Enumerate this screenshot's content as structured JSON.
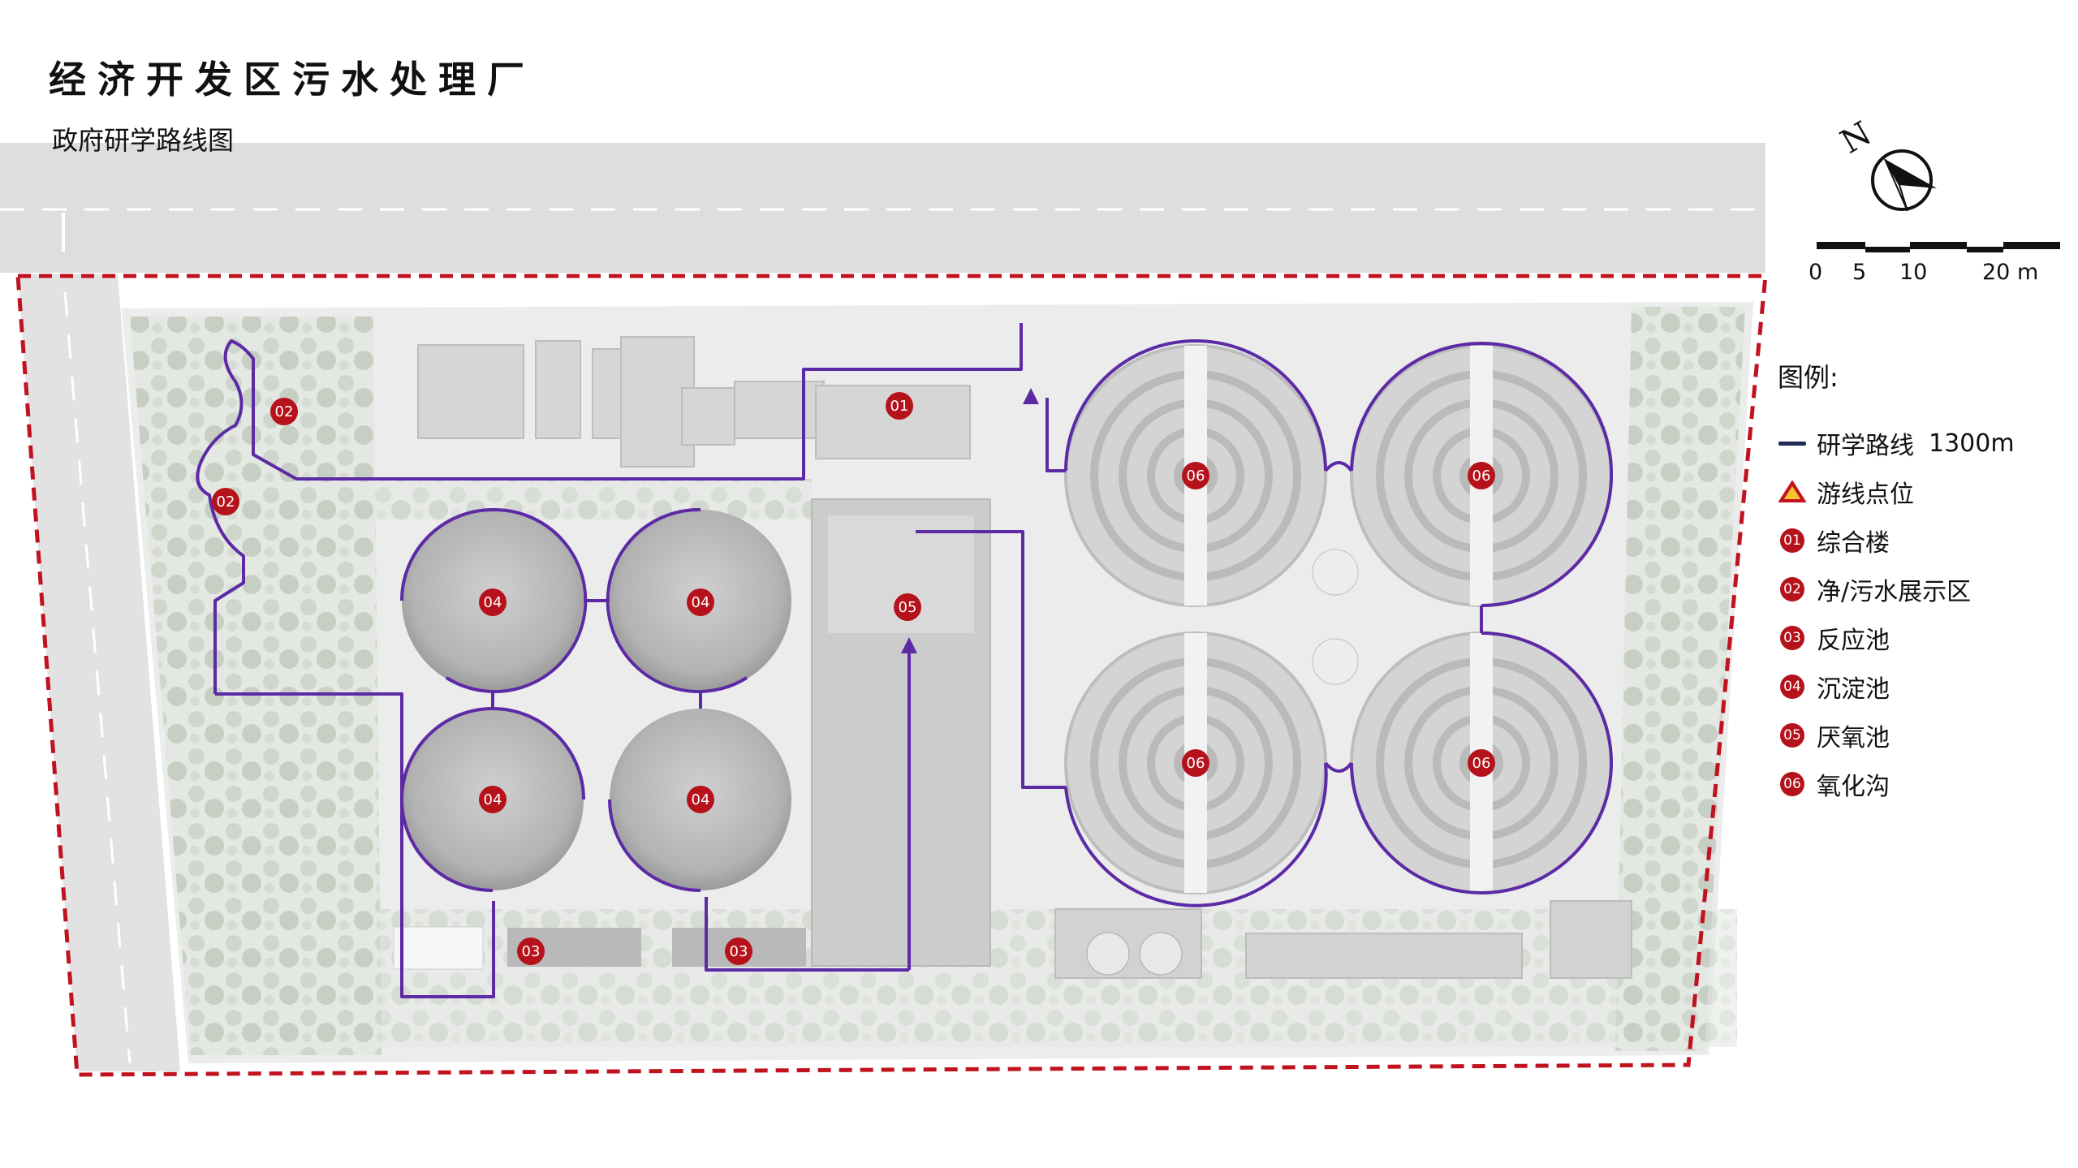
{
  "title": "经济开发区污水处理厂",
  "subtitle": "政府研学路线图",
  "compass": {
    "label": "N"
  },
  "scale_bar": {
    "labels": [
      "0",
      "5",
      "10",
      "20 m"
    ]
  },
  "legend": {
    "title": "图例:",
    "route": {
      "label": "研学路线",
      "length": "1300m",
      "color": "#1f2a55"
    },
    "tour_point": {
      "label": "游线点位"
    },
    "items": [
      {
        "code": "01",
        "label": "综合楼"
      },
      {
        "code": "02",
        "label": "净/污水展示区"
      },
      {
        "code": "03",
        "label": "反应池"
      },
      {
        "code": "04",
        "label": "沉淀池"
      },
      {
        "code": "05",
        "label": "厌氧池"
      },
      {
        "code": "06",
        "label": "氧化沟"
      }
    ]
  },
  "markers": [
    "01",
    "02",
    "02",
    "03",
    "03",
    "04",
    "04",
    "04",
    "04",
    "05",
    "06",
    "06",
    "06",
    "06"
  ],
  "colors": {
    "route": "#5c2aa5",
    "marker": "#b5121b",
    "boundary": "#c1121f"
  }
}
